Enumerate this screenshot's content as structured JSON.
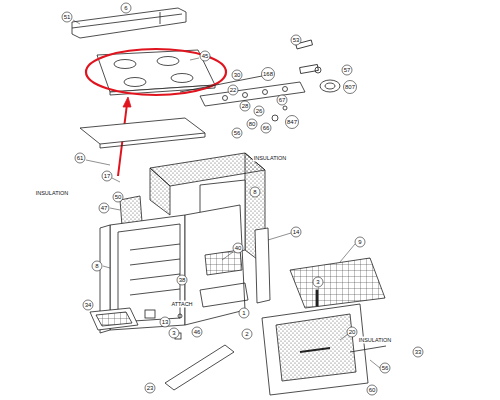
{
  "diagram": {
    "labels": [
      "51",
      "6",
      "45",
      "30",
      "22",
      "168",
      "28",
      "26",
      "67",
      "80",
      "56",
      "66",
      "847",
      "53",
      "57",
      "807",
      "61",
      "17",
      "INSULATION",
      "INSULATION",
      "50",
      "47",
      "8",
      "14",
      "9",
      "40",
      "8",
      "38",
      "34",
      "13",
      "ATTACH",
      "1",
      "2",
      "3",
      "46",
      "3",
      "20",
      "INSULATION",
      "33",
      "56",
      "60",
      "23"
    ]
  }
}
